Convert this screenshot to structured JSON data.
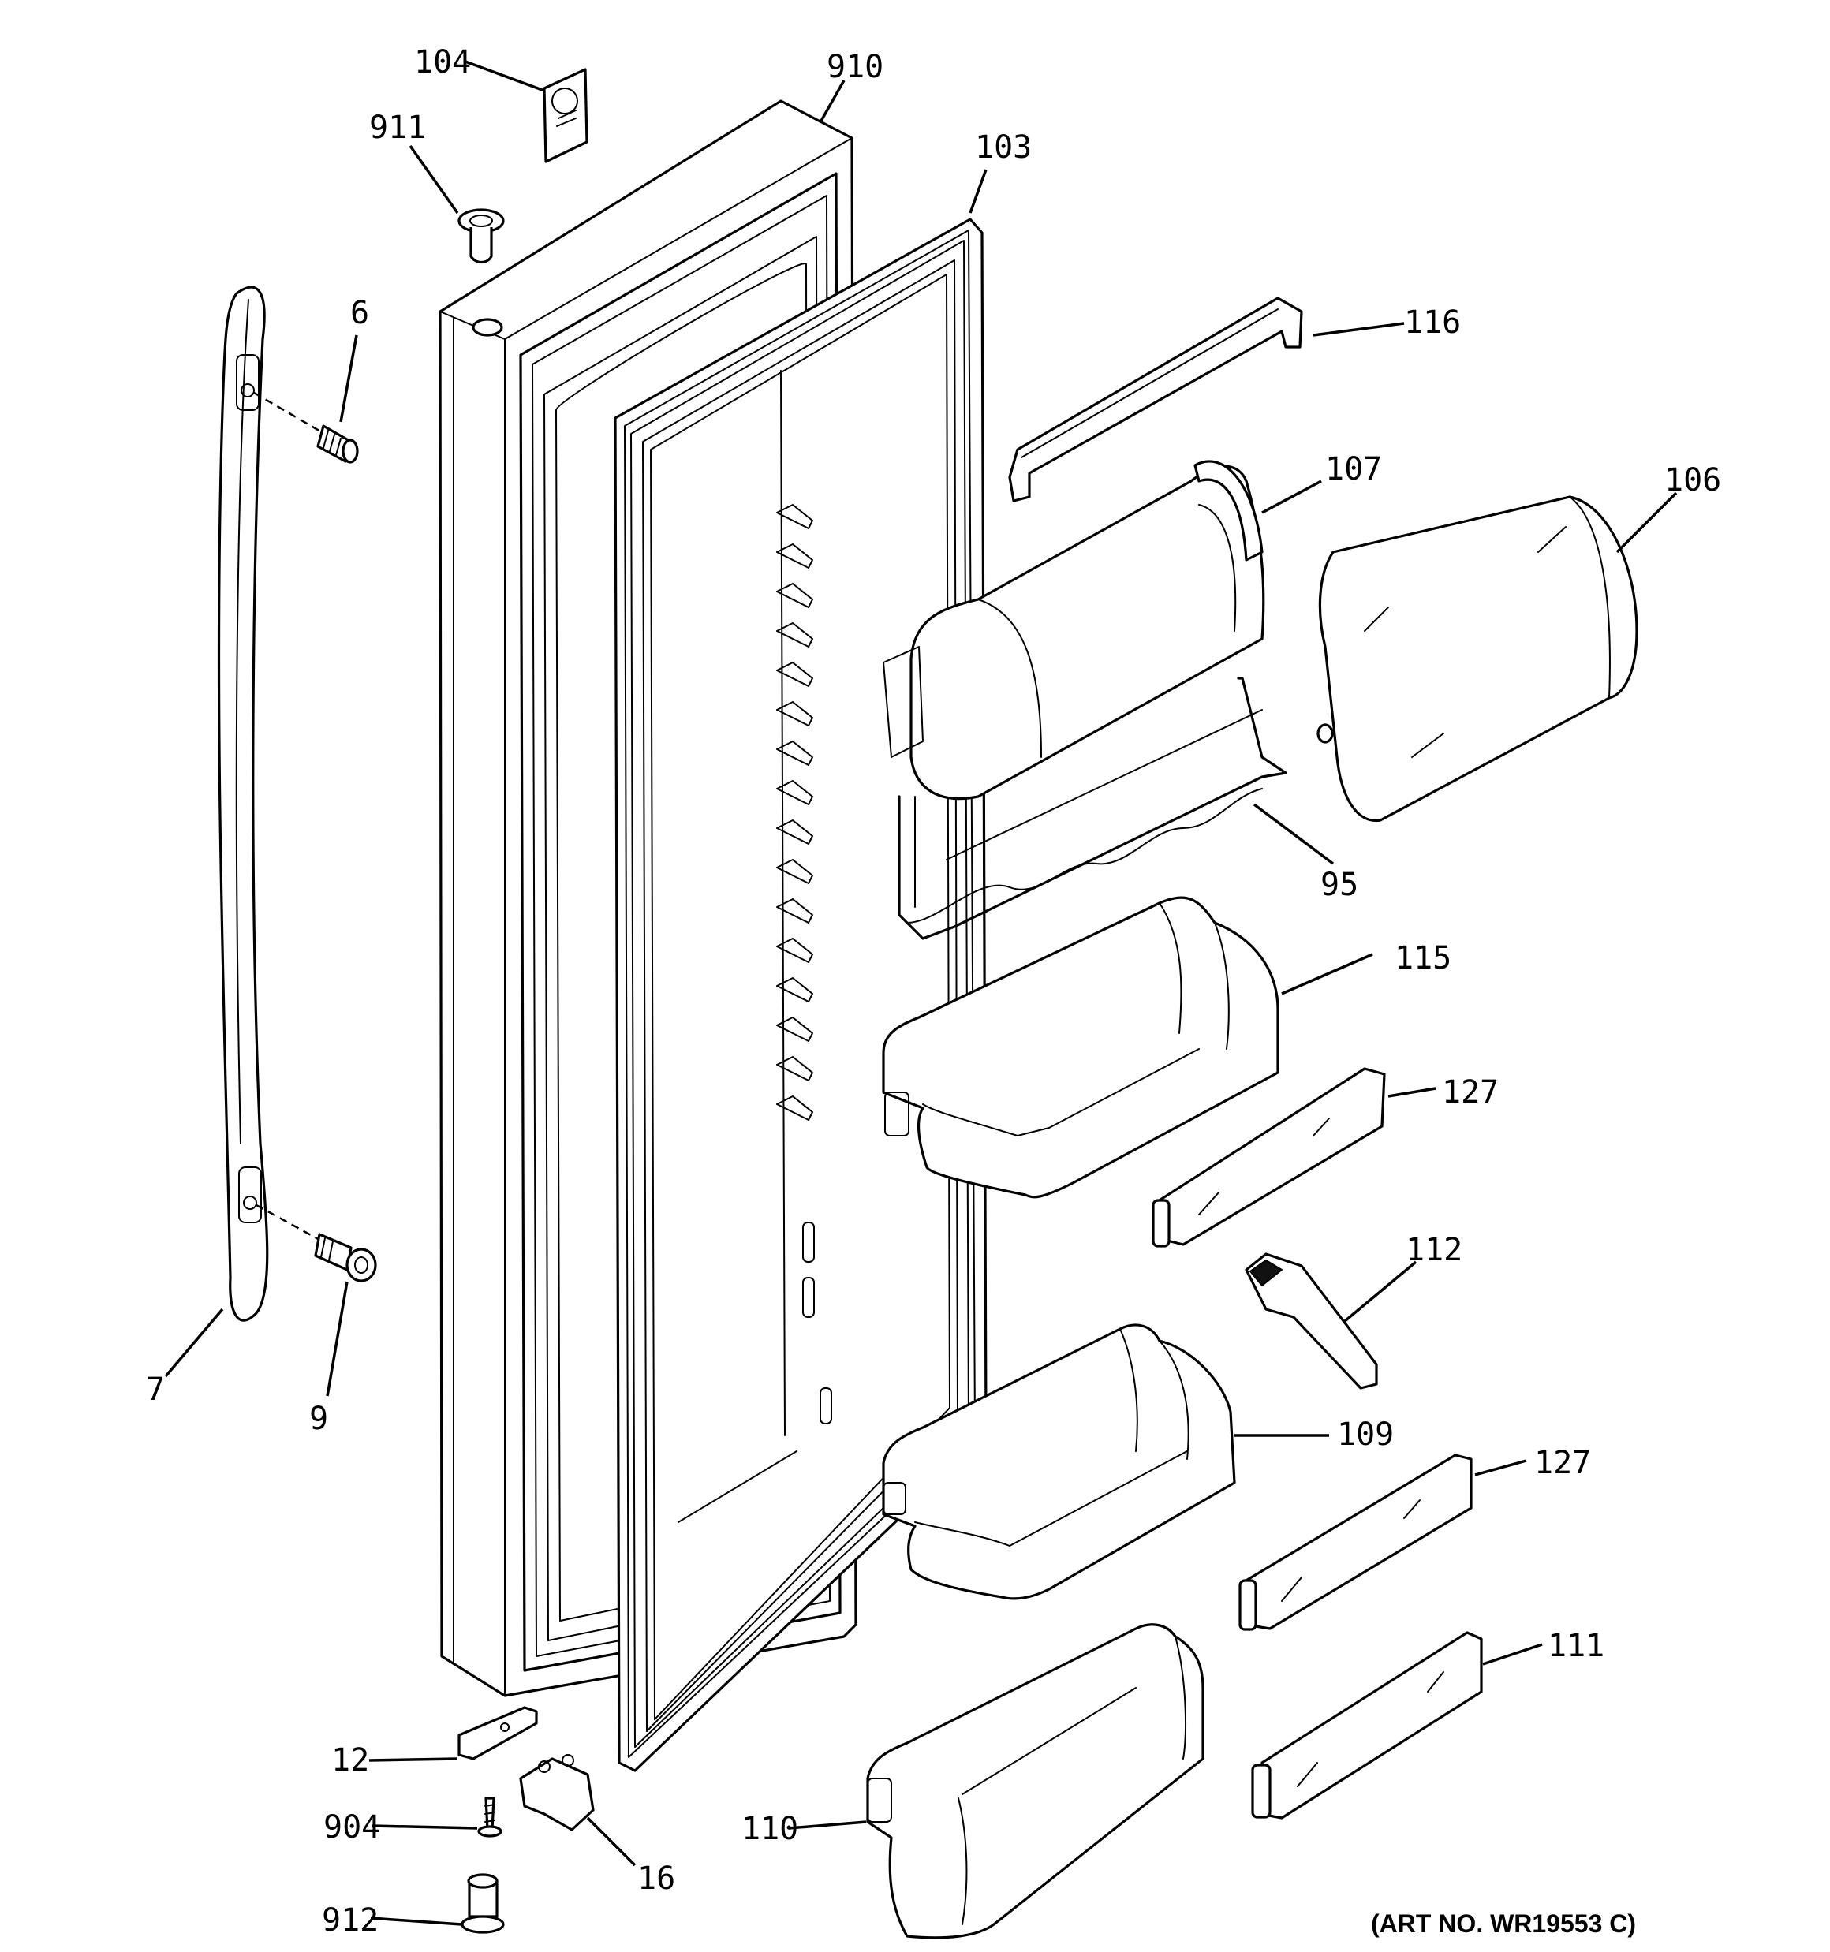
{
  "callouts": [
    {
      "id": "c104",
      "label": "104"
    },
    {
      "id": "c910",
      "label": "910"
    },
    {
      "id": "c911",
      "label": "911"
    },
    {
      "id": "c103",
      "label": "103"
    },
    {
      "id": "c6",
      "label": "6"
    },
    {
      "id": "c116",
      "label": "116"
    },
    {
      "id": "c107",
      "label": "107"
    },
    {
      "id": "c106",
      "label": "106"
    },
    {
      "id": "c95",
      "label": "95"
    },
    {
      "id": "c115",
      "label": "115"
    },
    {
      "id": "c127a",
      "label": "127"
    },
    {
      "id": "c112",
      "label": "112"
    },
    {
      "id": "c7",
      "label": "7"
    },
    {
      "id": "c9",
      "label": "9"
    },
    {
      "id": "c109",
      "label": "109"
    },
    {
      "id": "c127b",
      "label": "127"
    },
    {
      "id": "c111",
      "label": "111"
    },
    {
      "id": "c12",
      "label": "12"
    },
    {
      "id": "c904",
      "label": "904"
    },
    {
      "id": "c16",
      "label": "16"
    },
    {
      "id": "c110",
      "label": "110"
    },
    {
      "id": "c912",
      "label": "912"
    }
  ],
  "art_number": "(ART NO. WR19553 C)"
}
